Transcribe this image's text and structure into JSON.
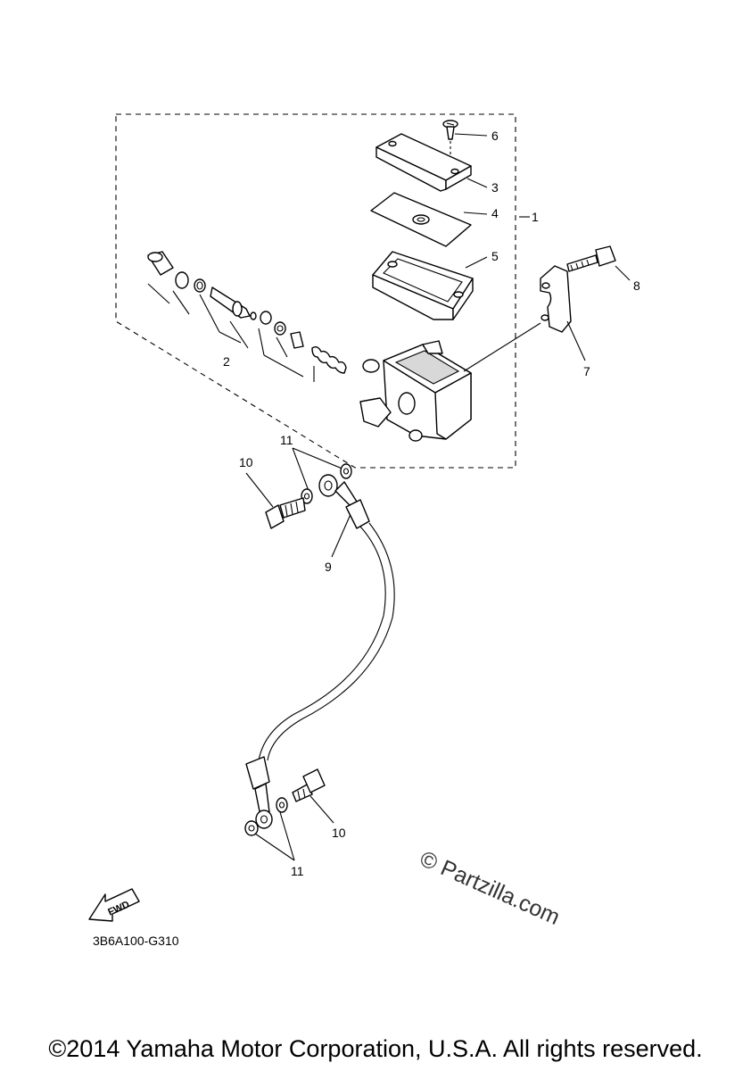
{
  "callouts": {
    "c1": "1",
    "c2": "2",
    "c3": "3",
    "c4": "4",
    "c5": "5",
    "c6": "6",
    "c7": "7",
    "c8": "8",
    "c9": "9",
    "c10_top": "10",
    "c10_bottom": "10",
    "c11_top": "11",
    "c11_bottom": "11"
  },
  "diagram_code": "3B6A100-G310",
  "fwd_label": "FWD",
  "watermark": "© Partzilla.com",
  "copyright": "©2014 Yamaha Motor Corporation, U.S.A. All rights reserved."
}
